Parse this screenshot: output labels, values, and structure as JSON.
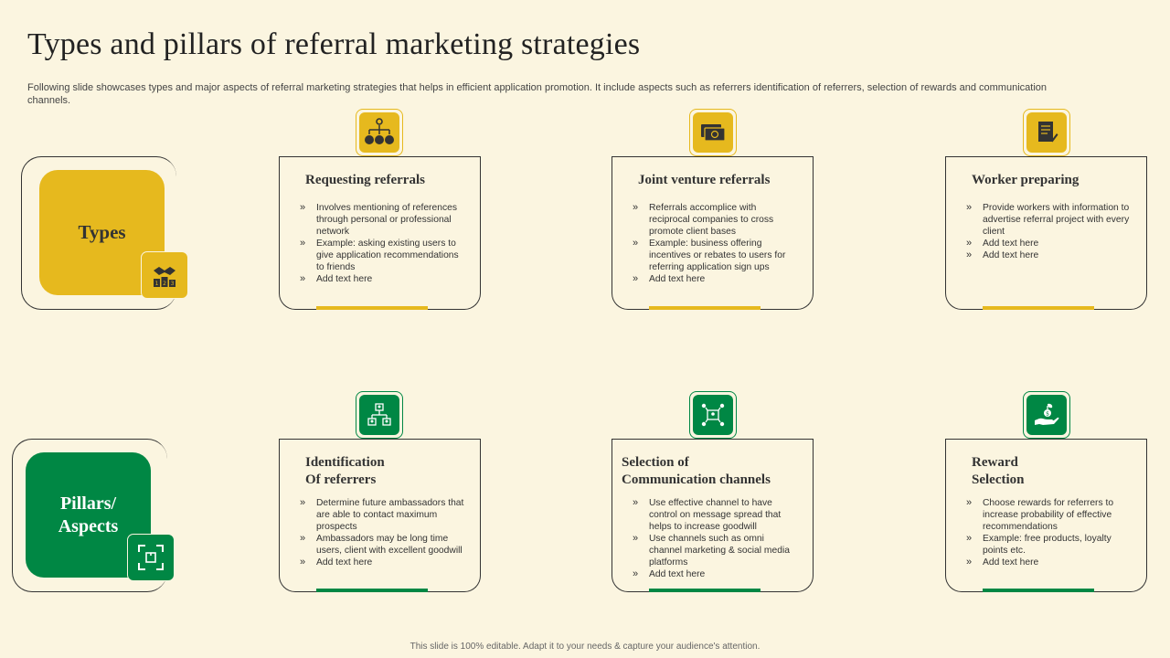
{
  "title": "Types and pillars of referral marketing strategies",
  "subtitle": "Following slide showcases types and major aspects of referral marketing strategies that helps in efficient application promotion. It include aspects such as referrers identification of referrers, selection of rewards and communication channels.",
  "colors": {
    "yellow": "#e6b91e",
    "green": "#008744",
    "background": "#fbf5e0"
  },
  "types": {
    "label": "Types",
    "badge_icon": "handshake-podium-icon",
    "cards": [
      {
        "title": "Requesting referrals",
        "icon": "organization-chart-icon",
        "bullets": [
          "Involves mentioning  of references through personal or professional network",
          "Example:  asking existing users to give application recommendations to friends",
          "Add text here"
        ]
      },
      {
        "title": "Joint venture referrals",
        "icon": "money-stack-icon",
        "bullets": [
          "Referrals accomplice with reciprocal companies to cross promote client bases",
          "Example:  business offering incentives or rebates to users for referring application sign ups",
          "Add text here"
        ]
      },
      {
        "title": "Worker preparing",
        "icon": "document-pen-icon",
        "bullets": [
          "Provide workers with information to advertise referral project with every client",
          "Add text here",
          "Add text here"
        ]
      }
    ]
  },
  "pillars": {
    "label_line1": "Pillars/",
    "label_line2": "Aspects",
    "badge_icon": "focus-frame-icon",
    "cards": [
      {
        "title_line1": "Identification",
        "title_line2": "Of referrers",
        "icon": "hierarchy-users-icon",
        "bullets": [
          "Determine  future ambassadors that are able to contact maximum  prospects",
          "Ambassadors may be long time users, client with excellent goodwill",
          "Add text here"
        ]
      },
      {
        "title_line1": "Selection of",
        "title_line2": "Communication channels",
        "icon": "network-users-icon",
        "bullets": [
          "Use effective channel to have control on message spread that helps to increase goodwill",
          "Use channels such as omni channel marketing & social media platforms",
          "Add text here"
        ]
      },
      {
        "title_line1": "Reward",
        "title_line2": "Selection",
        "icon": "hand-money-plant-icon",
        "bullets": [
          "Choose rewards for referrers to increase probability of effective recommendations",
          "Example:  free products, loyalty points etc.",
          "Add text here"
        ]
      }
    ]
  },
  "footer": "This slide is 100% editable.  Adapt it to your needs & capture your audience's attention."
}
